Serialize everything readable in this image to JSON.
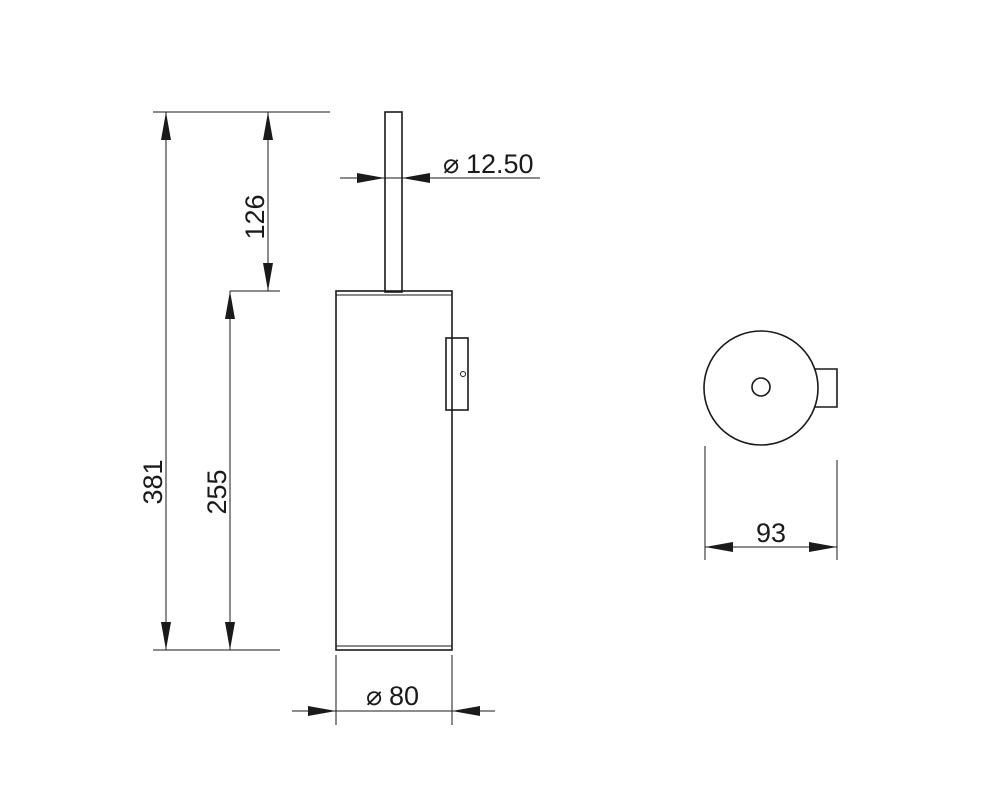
{
  "dimensions": {
    "total_height": "381",
    "handle_height": "126",
    "container_height": "255",
    "handle_diameter": "12.50",
    "container_diameter": "80",
    "top_view_width": "93"
  },
  "symbols": {
    "diameter": "⌀"
  }
}
